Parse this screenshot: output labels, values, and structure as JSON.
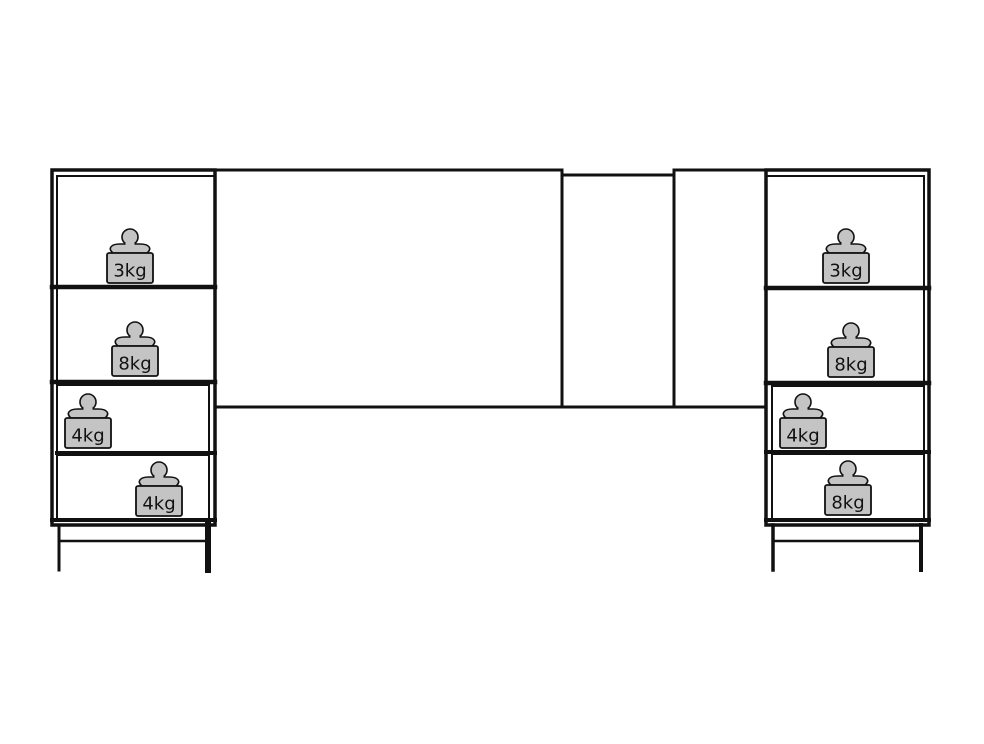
{
  "diagram": {
    "stroke_color": "#111111",
    "weight_fill": "#c4c4c4",
    "background": "#ffffff"
  },
  "left_unit": {
    "weights": [
      {
        "label": "3kg"
      },
      {
        "label": "8kg"
      },
      {
        "label": "4kg"
      },
      {
        "label": "4kg"
      }
    ]
  },
  "right_unit": {
    "weights": [
      {
        "label": "3kg"
      },
      {
        "label": "8kg"
      },
      {
        "label": "4kg"
      },
      {
        "label": "8kg"
      }
    ]
  }
}
